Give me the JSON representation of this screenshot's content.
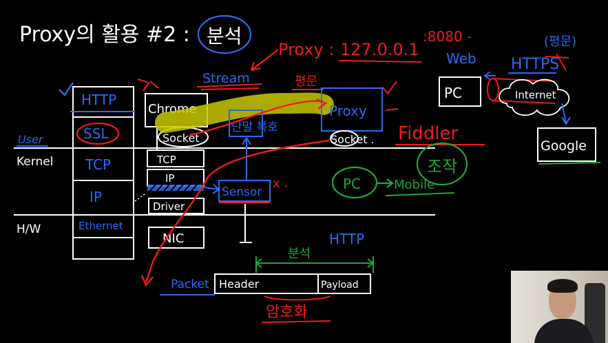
{
  "title": {
    "main": "Proxy의 활용 #2 :",
    "circled": "분석"
  },
  "left_stack": {
    "layers": [
      "HTTP",
      "SSL",
      "TCP",
      "IP",
      "Ethernet"
    ],
    "zones": [
      "User",
      "Kernel",
      "H/W"
    ]
  },
  "client_stack": {
    "app": "Chrome",
    "socket": "Socket",
    "layers": [
      "TCP",
      "IP",
      "Driver",
      "NIC"
    ]
  },
  "proxy": {
    "label_prefix": "Proxy :",
    "address": "127.0.0.1",
    "port": ":8080 -",
    "stream": "Stream",
    "plaintext": "평문",
    "decrypt": "단말 복호",
    "box": "Proxy",
    "socket": "Socket .",
    "tool": "Fiddler",
    "sensor": "Sensor",
    "x_mark": "x ."
  },
  "right_side": {
    "plain_note": "(평문)",
    "web": "Web",
    "https": "HTTPS",
    "pc": "PC",
    "internet": "Internet",
    "google": "Google"
  },
  "green_notes": {
    "pc": "PC",
    "mobile": "Mobile",
    "circled": "조작"
  },
  "packet": {
    "protocol": "HTTP",
    "analysis": "분석",
    "packet": "Packet",
    "header": "Header",
    "payload": "Payload",
    "encryption": "암호화"
  },
  "colors": {
    "white": "#ffffff",
    "blue": "#2b6bf2",
    "red": "#ee1c1c",
    "green": "#1fa83a",
    "highlight": "#c8c800"
  }
}
